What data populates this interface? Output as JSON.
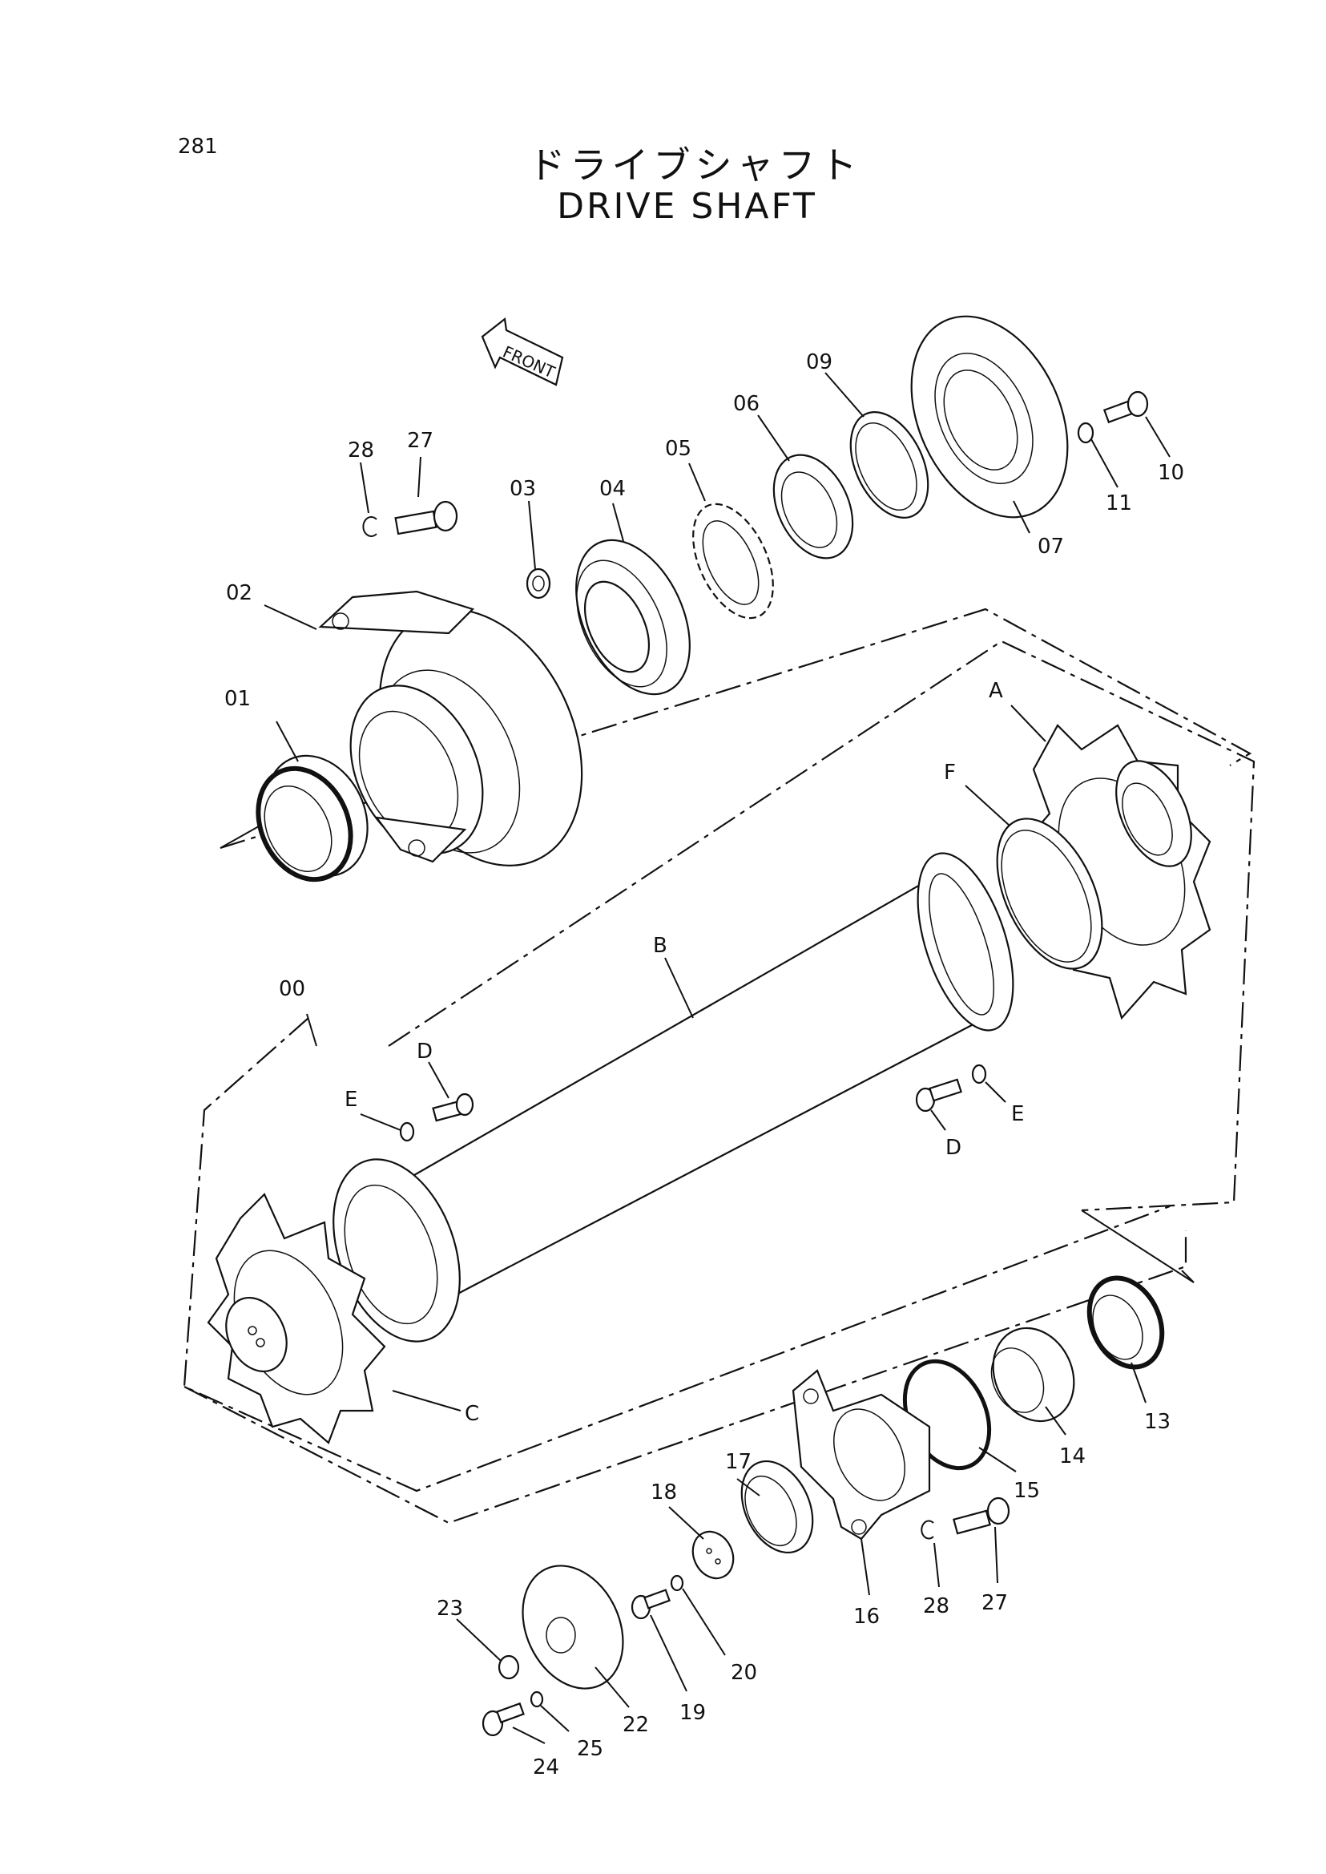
{
  "page_number": "281",
  "title_jp": "ドライブシャフト",
  "title_en": "DRIVE SHAFT",
  "front_tag": "FRONT",
  "callouts": {
    "p00": "00",
    "p01": "01",
    "p02": "02",
    "p03": "03",
    "p04": "04",
    "p05": "05",
    "p06": "06",
    "p07": "07",
    "p09": "09",
    "p10": "10",
    "p11": "11",
    "p13": "13",
    "p14": "14",
    "p15": "15",
    "p16": "16",
    "p17": "17",
    "p18": "18",
    "p19": "19",
    "p20": "20",
    "p22": "22",
    "p23": "23",
    "p24": "24",
    "p25": "25",
    "p27a": "27",
    "p28a": "28",
    "p27b": "27",
    "p28b": "28",
    "pA": "A",
    "pB": "B",
    "pC": "C",
    "pD1": "D",
    "pD2": "D",
    "pE1": "E",
    "pE2": "E",
    "pF": "F"
  }
}
